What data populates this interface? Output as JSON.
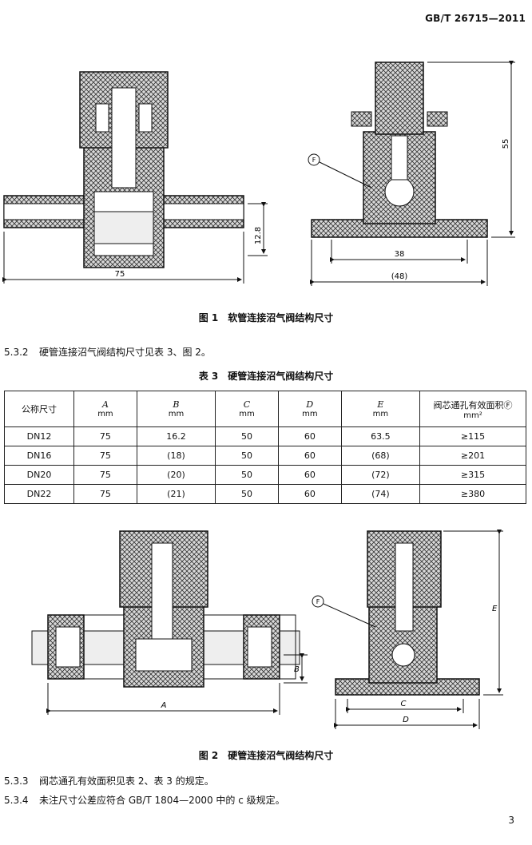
{
  "header": {
    "standard_id": "GB/T 26715—2011"
  },
  "figure1": {
    "caption": "图 1　软管连接沼气阀结构尺寸",
    "dims": {
      "overall_length": "75",
      "height": "12.8",
      "base_width": "38",
      "base_overall": "(48)",
      "total_height": "55",
      "marker": "F"
    }
  },
  "para_5_3_2": {
    "number": "5.3.2",
    "text": "硬管连接沼气阀结构尺寸见表 3、图 2。"
  },
  "table3": {
    "title": "表 3　硬管连接沼气阀结构尺寸",
    "headers": [
      {
        "name": "公称尺寸",
        "unit": ""
      },
      {
        "name": "A",
        "unit": "mm"
      },
      {
        "name": "B",
        "unit": "mm"
      },
      {
        "name": "C",
        "unit": "mm"
      },
      {
        "name": "D",
        "unit": "mm"
      },
      {
        "name": "E",
        "unit": "mm"
      },
      {
        "name": "阀芯通孔有效面积Ⓕ",
        "unit": "mm²"
      }
    ],
    "rows": [
      [
        "DN12",
        "75",
        "16.2",
        "50",
        "60",
        "63.5",
        "≥115"
      ],
      [
        "DN16",
        "75",
        "(18)",
        "50",
        "60",
        "(68)",
        "≥201"
      ],
      [
        "DN20",
        "75",
        "(20)",
        "50",
        "60",
        "(72)",
        "≥315"
      ],
      [
        "DN22",
        "75",
        "(21)",
        "50",
        "60",
        "(74)",
        "≥380"
      ]
    ]
  },
  "figure2": {
    "caption": "图 2　硬管连接沼气阀结构尺寸",
    "dims": {
      "a": "A",
      "b": "B",
      "c": "C",
      "d": "D",
      "e": "E",
      "marker": "F"
    }
  },
  "para_5_3_3": {
    "number": "5.3.3",
    "text": "阀芯通孔有效面积见表 2、表 3 的规定。"
  },
  "para_5_3_4": {
    "number": "5.3.4",
    "text": "未注尺寸公差应符合 GB/T 1804—2000 中的 c 级规定。"
  },
  "page_number": "3"
}
